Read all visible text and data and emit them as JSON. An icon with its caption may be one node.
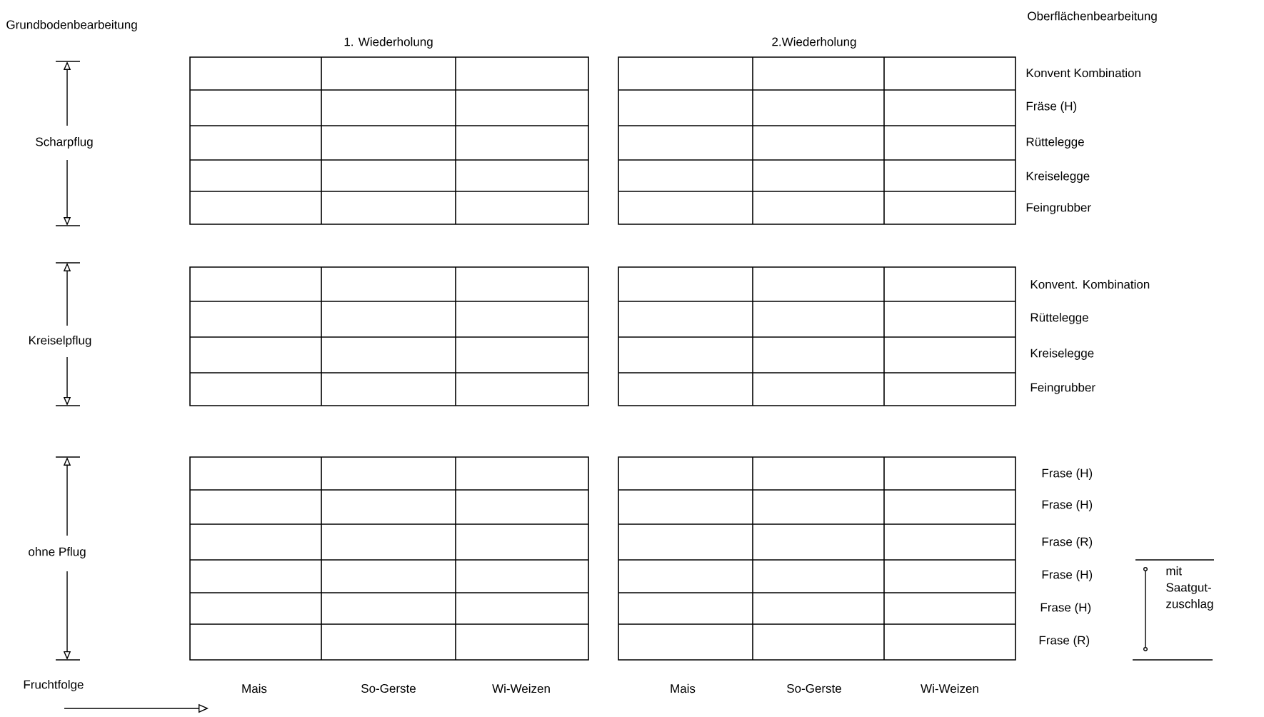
{
  "diagram": {
    "labels": [
      "Grundbodenbearbeitung",
      "1. Wiederholung",
      "2.Wiederholung",
      "Oberflächenbearbeitung",
      "Scharpflug",
      "Konvent Kombination",
      "Fräse (H)",
      "Rüttelegge",
      "Kreiselegge",
      "Feingrubber",
      "Kreiselpflug",
      "Konvent. Kombination",
      "Rüttelegge",
      "Kreiselegge",
      "Feingrubber",
      "ohne Pflug",
      "Frase (H)",
      "Frase (H)",
      "Frase (R)",
      "Frase (H)",
      "Frase (H)",
      "Frase (R)",
      "mit Saatgut-zuschlag",
      "Fruchtfolge",
      "Mais",
      "So-Gerste",
      "Wi-Weizen",
      "Mais",
      "So-Gerste",
      "Wi-Weizen"
    ]
  }
}
